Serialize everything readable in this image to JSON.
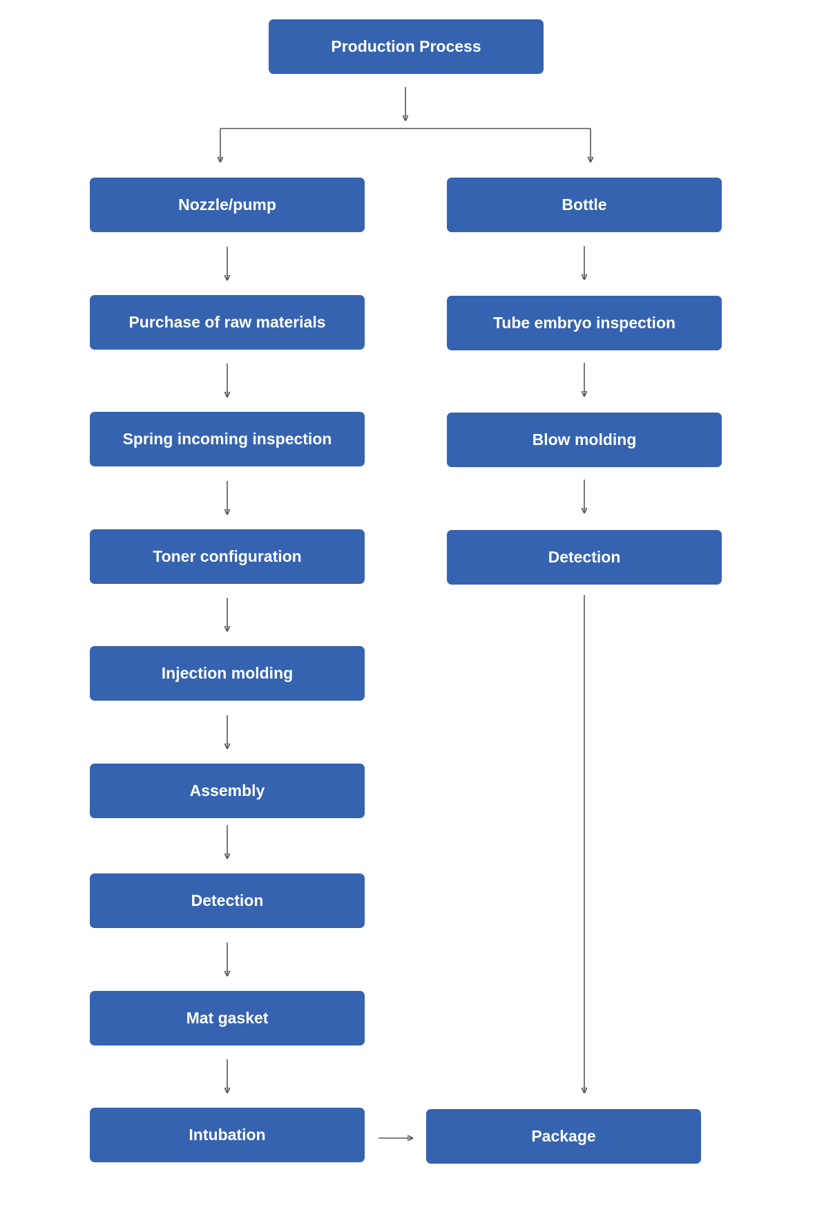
{
  "diagram": {
    "root": {
      "label": "Production Process"
    },
    "left_branch": {
      "steps": [
        "Nozzle/pump",
        "Purchase of raw materials",
        "Spring incoming inspection",
        "Toner configuration",
        "Injection molding",
        "Assembly",
        "Detection",
        "Mat gasket",
        "Intubation"
      ]
    },
    "right_branch": {
      "steps": [
        "Bottle",
        "Tube embryo inspection",
        "Blow molding",
        "Detection"
      ]
    },
    "final": {
      "label": "Package"
    },
    "colors": {
      "node_fill": "#3563b0",
      "node_text": "#ffffff",
      "connector": "#555555"
    }
  }
}
